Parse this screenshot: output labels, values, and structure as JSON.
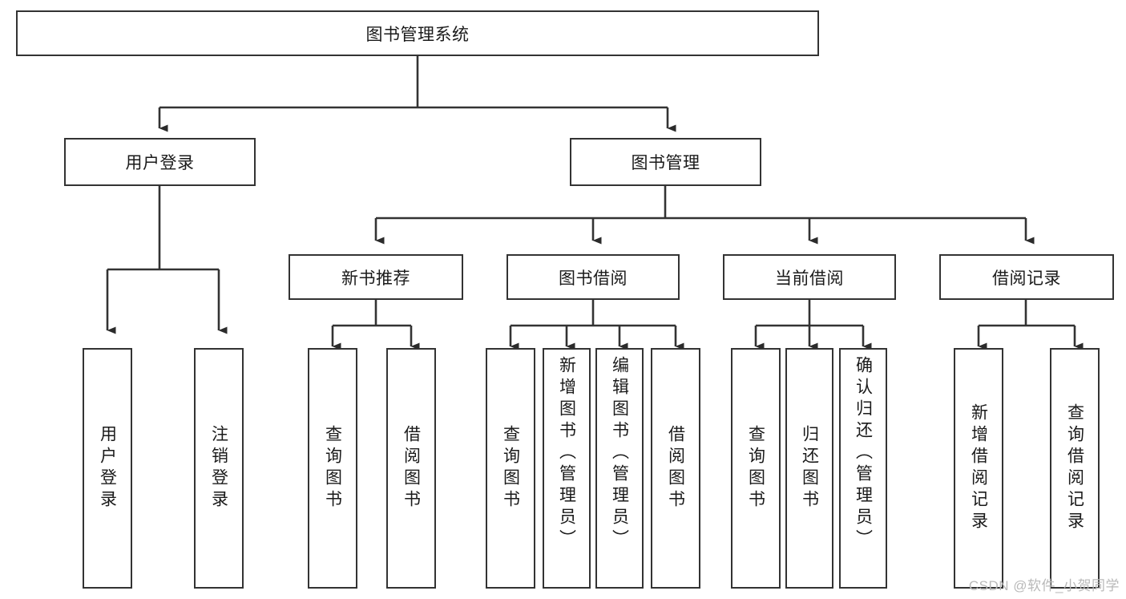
{
  "diagram": {
    "type": "tree-hierarchy-chart",
    "title": "图书管理系统",
    "root": {
      "id": "root",
      "label": "图书管理系统",
      "orientation": "horizontal"
    },
    "level2": [
      {
        "id": "user-login",
        "label": "用户登录",
        "orientation": "horizontal"
      },
      {
        "id": "book-manage",
        "label": "图书管理",
        "orientation": "horizontal"
      }
    ],
    "level3": [
      {
        "id": "new-book-recommend",
        "label": "新书推荐",
        "orientation": "horizontal",
        "parent": "book-manage"
      },
      {
        "id": "book-borrow",
        "label": "图书借阅",
        "orientation": "horizontal",
        "parent": "book-manage"
      },
      {
        "id": "current-borrow",
        "label": "当前借阅",
        "orientation": "horizontal",
        "parent": "book-manage"
      },
      {
        "id": "borrow-record",
        "label": "借阅记录",
        "orientation": "horizontal",
        "parent": "book-manage"
      }
    ],
    "leaves": [
      {
        "id": "leaf-user-login",
        "label": "用户登录",
        "parent": "user-login"
      },
      {
        "id": "leaf-user-logout",
        "label": "注销登录",
        "parent": "user-login"
      },
      {
        "id": "leaf-query-book-1",
        "label": "查询图书",
        "parent": "new-book-recommend"
      },
      {
        "id": "leaf-borrow-book-1",
        "label": "借阅图书",
        "parent": "new-book-recommend"
      },
      {
        "id": "leaf-query-book-2",
        "label": "查询图书",
        "parent": "book-borrow"
      },
      {
        "id": "leaf-add-book",
        "label": "新增图书（管理员）",
        "parent": "book-borrow"
      },
      {
        "id": "leaf-edit-book",
        "label": "编辑图书（管理员）",
        "parent": "book-borrow"
      },
      {
        "id": "leaf-borrow-book-2",
        "label": "借阅图书",
        "parent": "book-borrow"
      },
      {
        "id": "leaf-query-book-3",
        "label": "查询图书",
        "parent": "current-borrow"
      },
      {
        "id": "leaf-return-book",
        "label": "归还图书",
        "parent": "current-borrow"
      },
      {
        "id": "leaf-confirm-return",
        "label": "确认归还（管理员）",
        "parent": "current-borrow"
      },
      {
        "id": "leaf-add-record",
        "label": "新增借阅记录",
        "parent": "borrow-record"
      },
      {
        "id": "leaf-query-record",
        "label": "查询借阅记录",
        "parent": "borrow-record"
      }
    ],
    "colors": {
      "stroke": "#333333",
      "fill": "#ffffff",
      "text": "#1a1a1a",
      "watermark": "#b9b9b9"
    }
  },
  "watermark": {
    "text": "CSDN @软件_小贺同学"
  }
}
